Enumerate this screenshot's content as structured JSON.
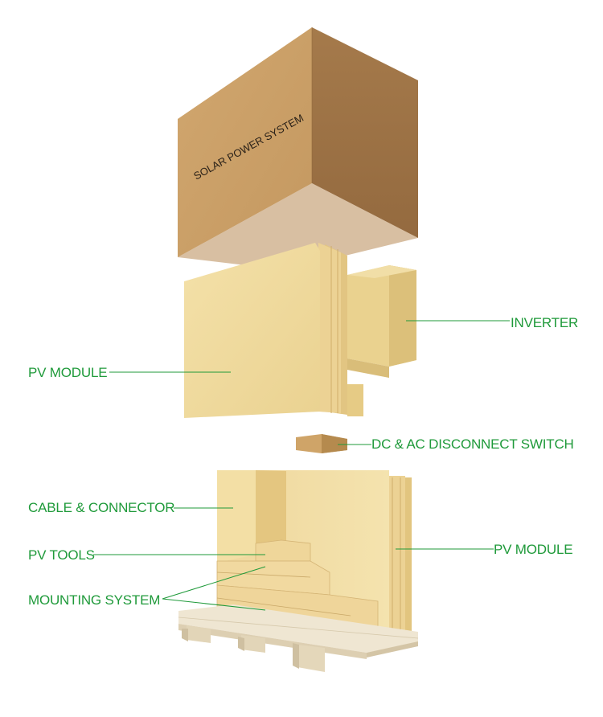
{
  "colors": {
    "label": "#1f9a3a",
    "leader_line": "#1f9a3a",
    "box_front": "#c9a06a",
    "box_side": "#a97d4c",
    "module": "#f1dca2",
    "pallet": "#e7dcc4"
  },
  "box": {
    "printed_text": "SOLAR POWER SYSTEM"
  },
  "labels": {
    "inverter": "INVERTER",
    "pv_module_top": "PV MODULE",
    "dc_ac_switch": "DC & AC DISCONNECT SWITCH",
    "cable_connector": "CABLE & CONNECTOR",
    "pv_tools": "PV TOOLS",
    "mounting_system": "MOUNTING SYSTEM",
    "pv_module_bottom": "PV MODULE"
  }
}
